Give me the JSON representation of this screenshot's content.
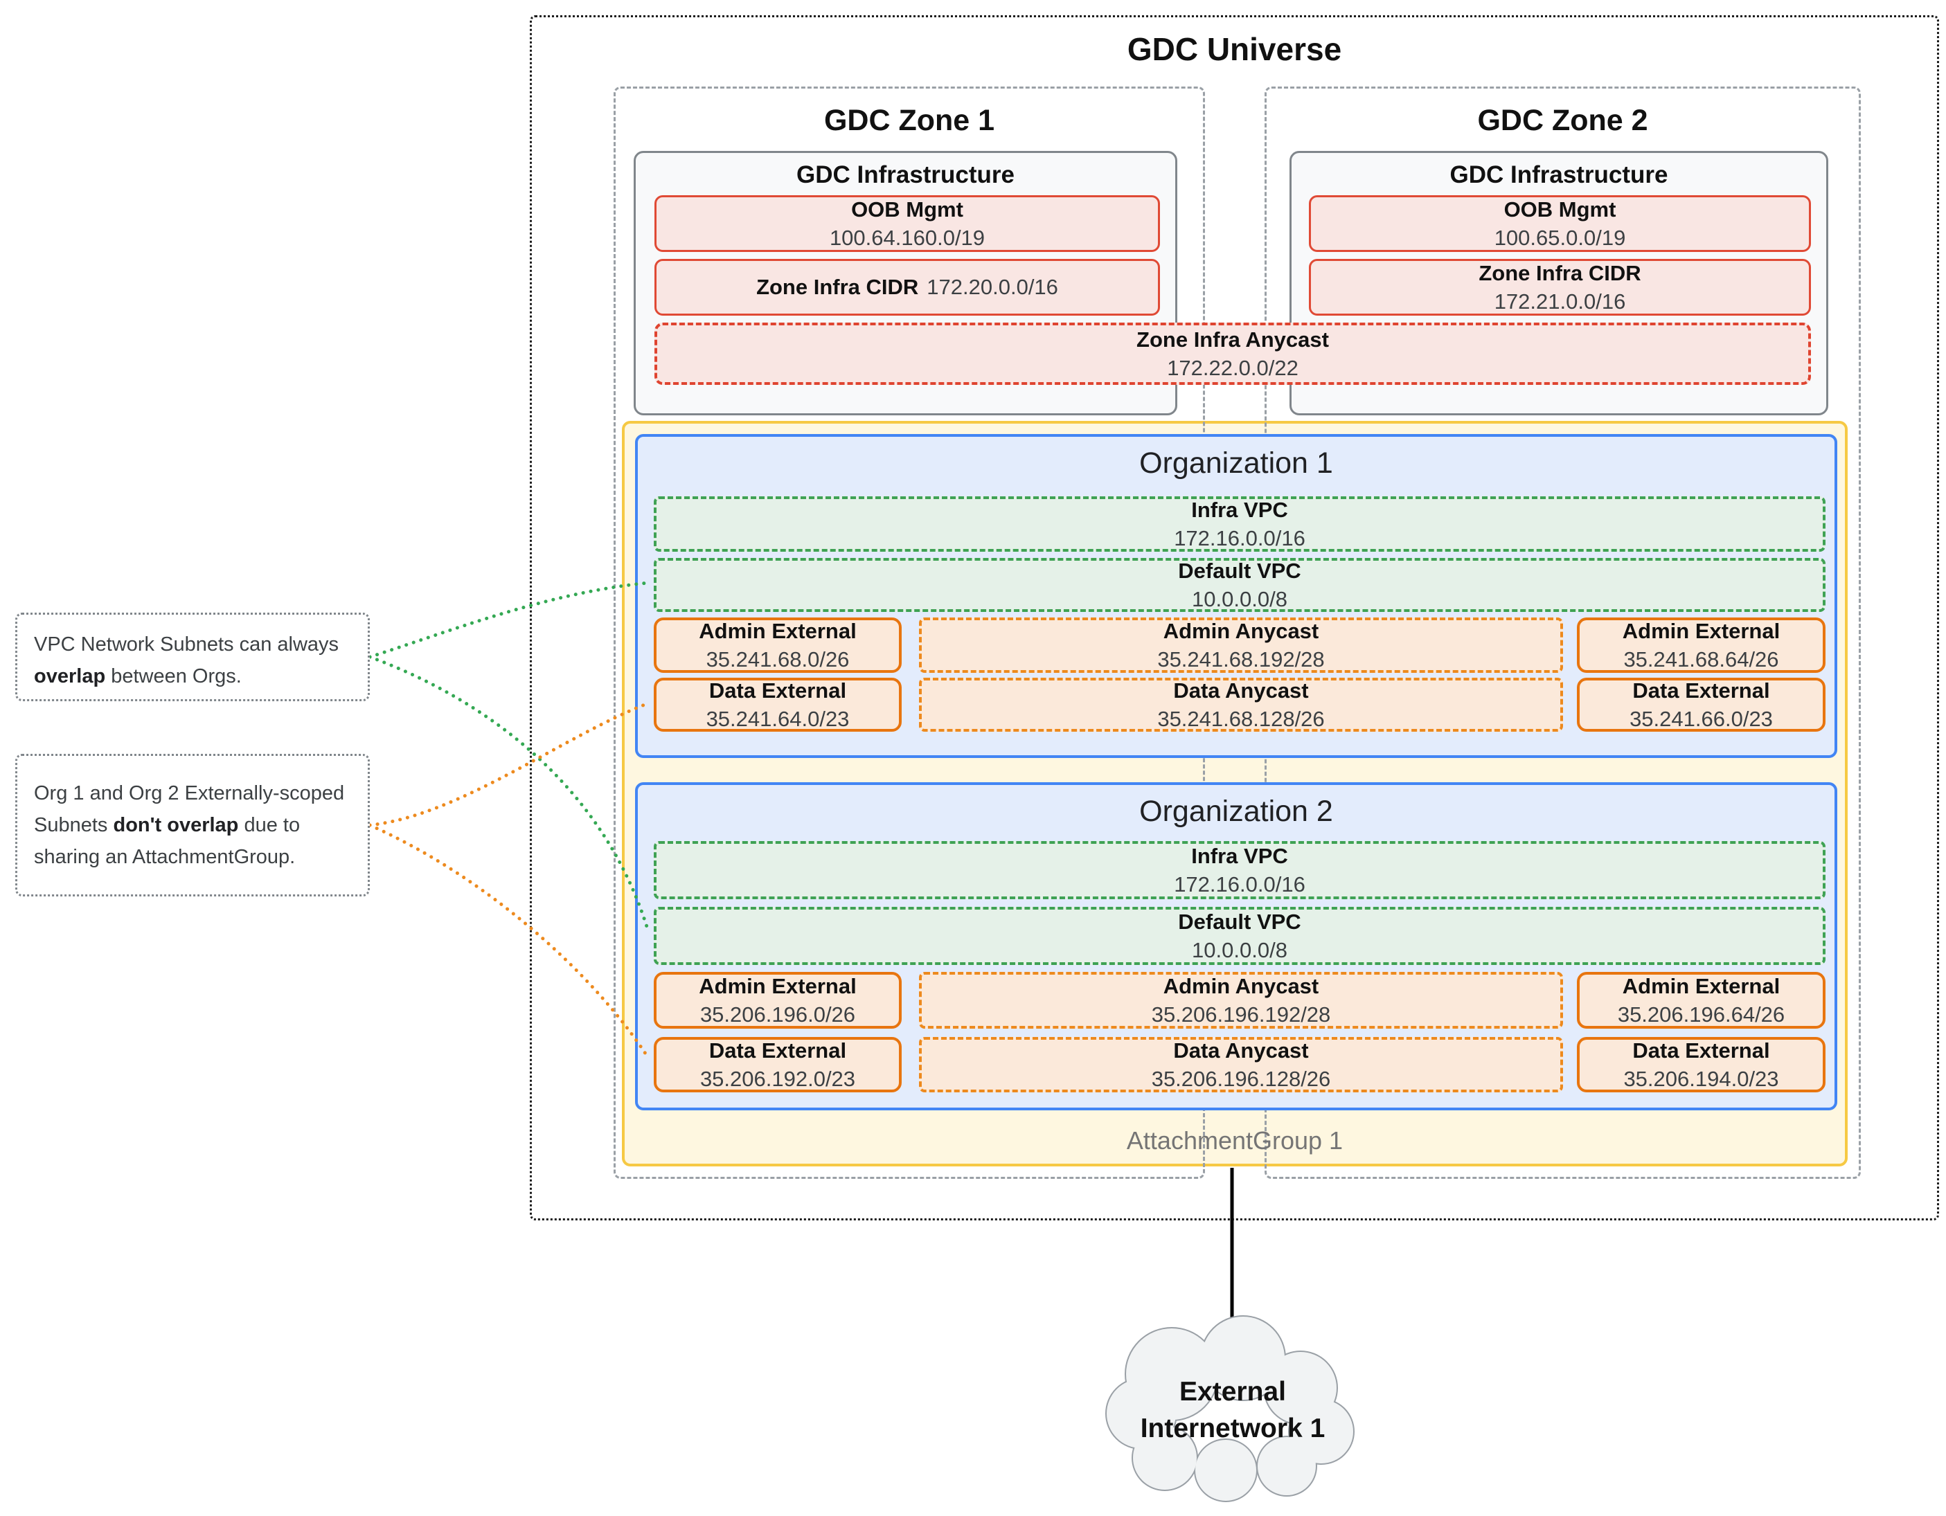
{
  "universe": {
    "title": "GDC Universe"
  },
  "zones": [
    {
      "title": "GDC Zone 1",
      "infra_title": "GDC Infrastructure",
      "oob_label": "OOB Mgmt",
      "oob_cidr": "100.64.160.0/19",
      "cidr_label": "Zone Infra CIDR",
      "cidr_value": "172.20.0.0/16"
    },
    {
      "title": "GDC Zone 2",
      "infra_title": "GDC Infrastructure",
      "oob_label": "OOB Mgmt",
      "oob_cidr": "100.65.0.0/19",
      "cidr_label": "Zone Infra CIDR",
      "cidr_value": "172.21.0.0/16"
    }
  ],
  "zone_infra_anycast": {
    "label": "Zone Infra Anycast",
    "cidr": "172.22.0.0/22"
  },
  "attachment_group": {
    "label": "AttachmentGroup 1"
  },
  "organizations": [
    {
      "title": "Organization 1",
      "infra_vpc_label": "Infra VPC",
      "infra_vpc_cidr": "172.16.0.0/16",
      "default_vpc_label": "Default VPC",
      "default_vpc_cidr": "10.0.0.0/8",
      "admin_external_left_label": "Admin External",
      "admin_external_left_cidr": "35.241.68.0/26",
      "admin_anycast_label": "Admin Anycast",
      "admin_anycast_cidr": "35.241.68.192/28",
      "admin_external_right_label": "Admin External",
      "admin_external_right_cidr": "35.241.68.64/26",
      "data_external_left_label": "Data External",
      "data_external_left_cidr": "35.241.64.0/23",
      "data_anycast_label": "Data Anycast",
      "data_anycast_cidr": "35.241.68.128/26",
      "data_external_right_label": "Data External",
      "data_external_right_cidr": "35.241.66.0/23"
    },
    {
      "title": "Organization 2",
      "infra_vpc_label": "Infra VPC",
      "infra_vpc_cidr": "172.16.0.0/16",
      "default_vpc_label": "Default VPC",
      "default_vpc_cidr": "10.0.0.0/8",
      "admin_external_left_label": "Admin External",
      "admin_external_left_cidr": "35.206.196.0/26",
      "admin_anycast_label": "Admin Anycast",
      "admin_anycast_cidr": "35.206.196.192/28",
      "admin_external_right_label": "Admin External",
      "admin_external_right_cidr": "35.206.196.64/26",
      "data_external_left_label": "Data External",
      "data_external_left_cidr": "35.206.192.0/23",
      "data_anycast_label": "Data Anycast",
      "data_anycast_cidr": "35.206.196.128/26",
      "data_external_right_label": "Data External",
      "data_external_right_cidr": "35.206.194.0/23"
    }
  ],
  "annotations": [
    {
      "pre": "VPC Network Subnets can always ",
      "bold": "overlap",
      "post": " between Orgs."
    },
    {
      "pre": "Org 1 and Org 2 Externally-scoped Subnets ",
      "bold": "don't overlap",
      "post": " due to sharing an AttachmentGroup."
    }
  ],
  "external_network": {
    "line1": "External",
    "line2": "Internetwork 1"
  },
  "colors": {
    "zone_border": "#9AA0A6",
    "infra_fill": "#F8F9FA",
    "red_border": "#E04A35",
    "red_fill": "#F9E6E3",
    "green_border": "#3FA254",
    "green_fill": "#E5F1E8",
    "orange_border": "#E8750F",
    "orange_fill": "#FBE9DA",
    "blue_border": "#4285F4",
    "blue_fill": "#E3ECFC",
    "yellow_border": "#F6C944",
    "yellow_fill": "#FEF7E0",
    "connector_green": "#34A853",
    "connector_orange": "#ED8A1E",
    "cloud_fill": "#F1F3F4",
    "cloud_border": "#9AA0A6"
  }
}
